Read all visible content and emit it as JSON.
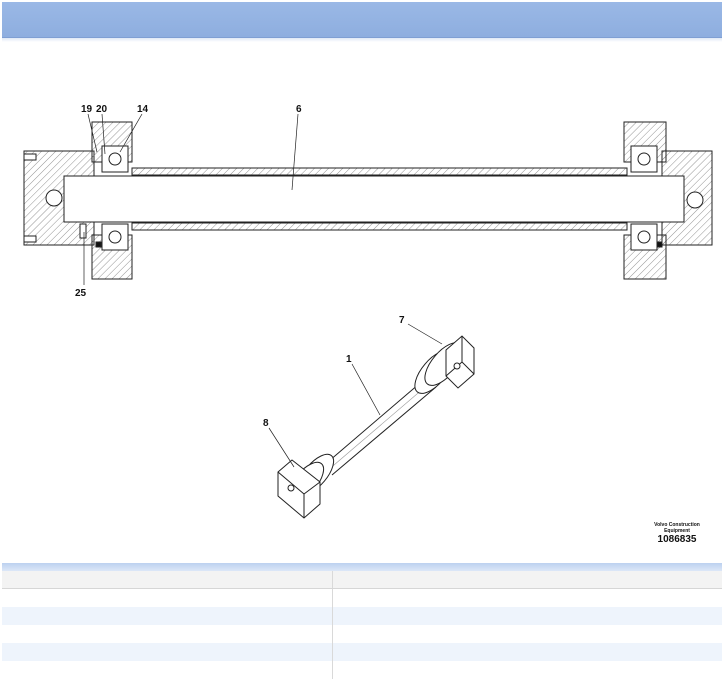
{
  "diagram": {
    "callouts": {
      "c19": "19",
      "c20": "20",
      "c14": "14",
      "c6": "6",
      "c25": "25",
      "c7": "7",
      "c1": "1",
      "c8": "8"
    }
  },
  "credit": {
    "line1": "Volvo Construction",
    "line2": "Equipment",
    "number": "1086835"
  },
  "colors": {
    "header": "#9ab8e6",
    "row_alt": "#eef4fc"
  },
  "table": {
    "rows": [
      [
        "",
        ""
      ],
      [
        "",
        ""
      ],
      [
        "",
        ""
      ],
      [
        "",
        ""
      ],
      [
        "",
        ""
      ],
      [
        "",
        ""
      ]
    ]
  }
}
